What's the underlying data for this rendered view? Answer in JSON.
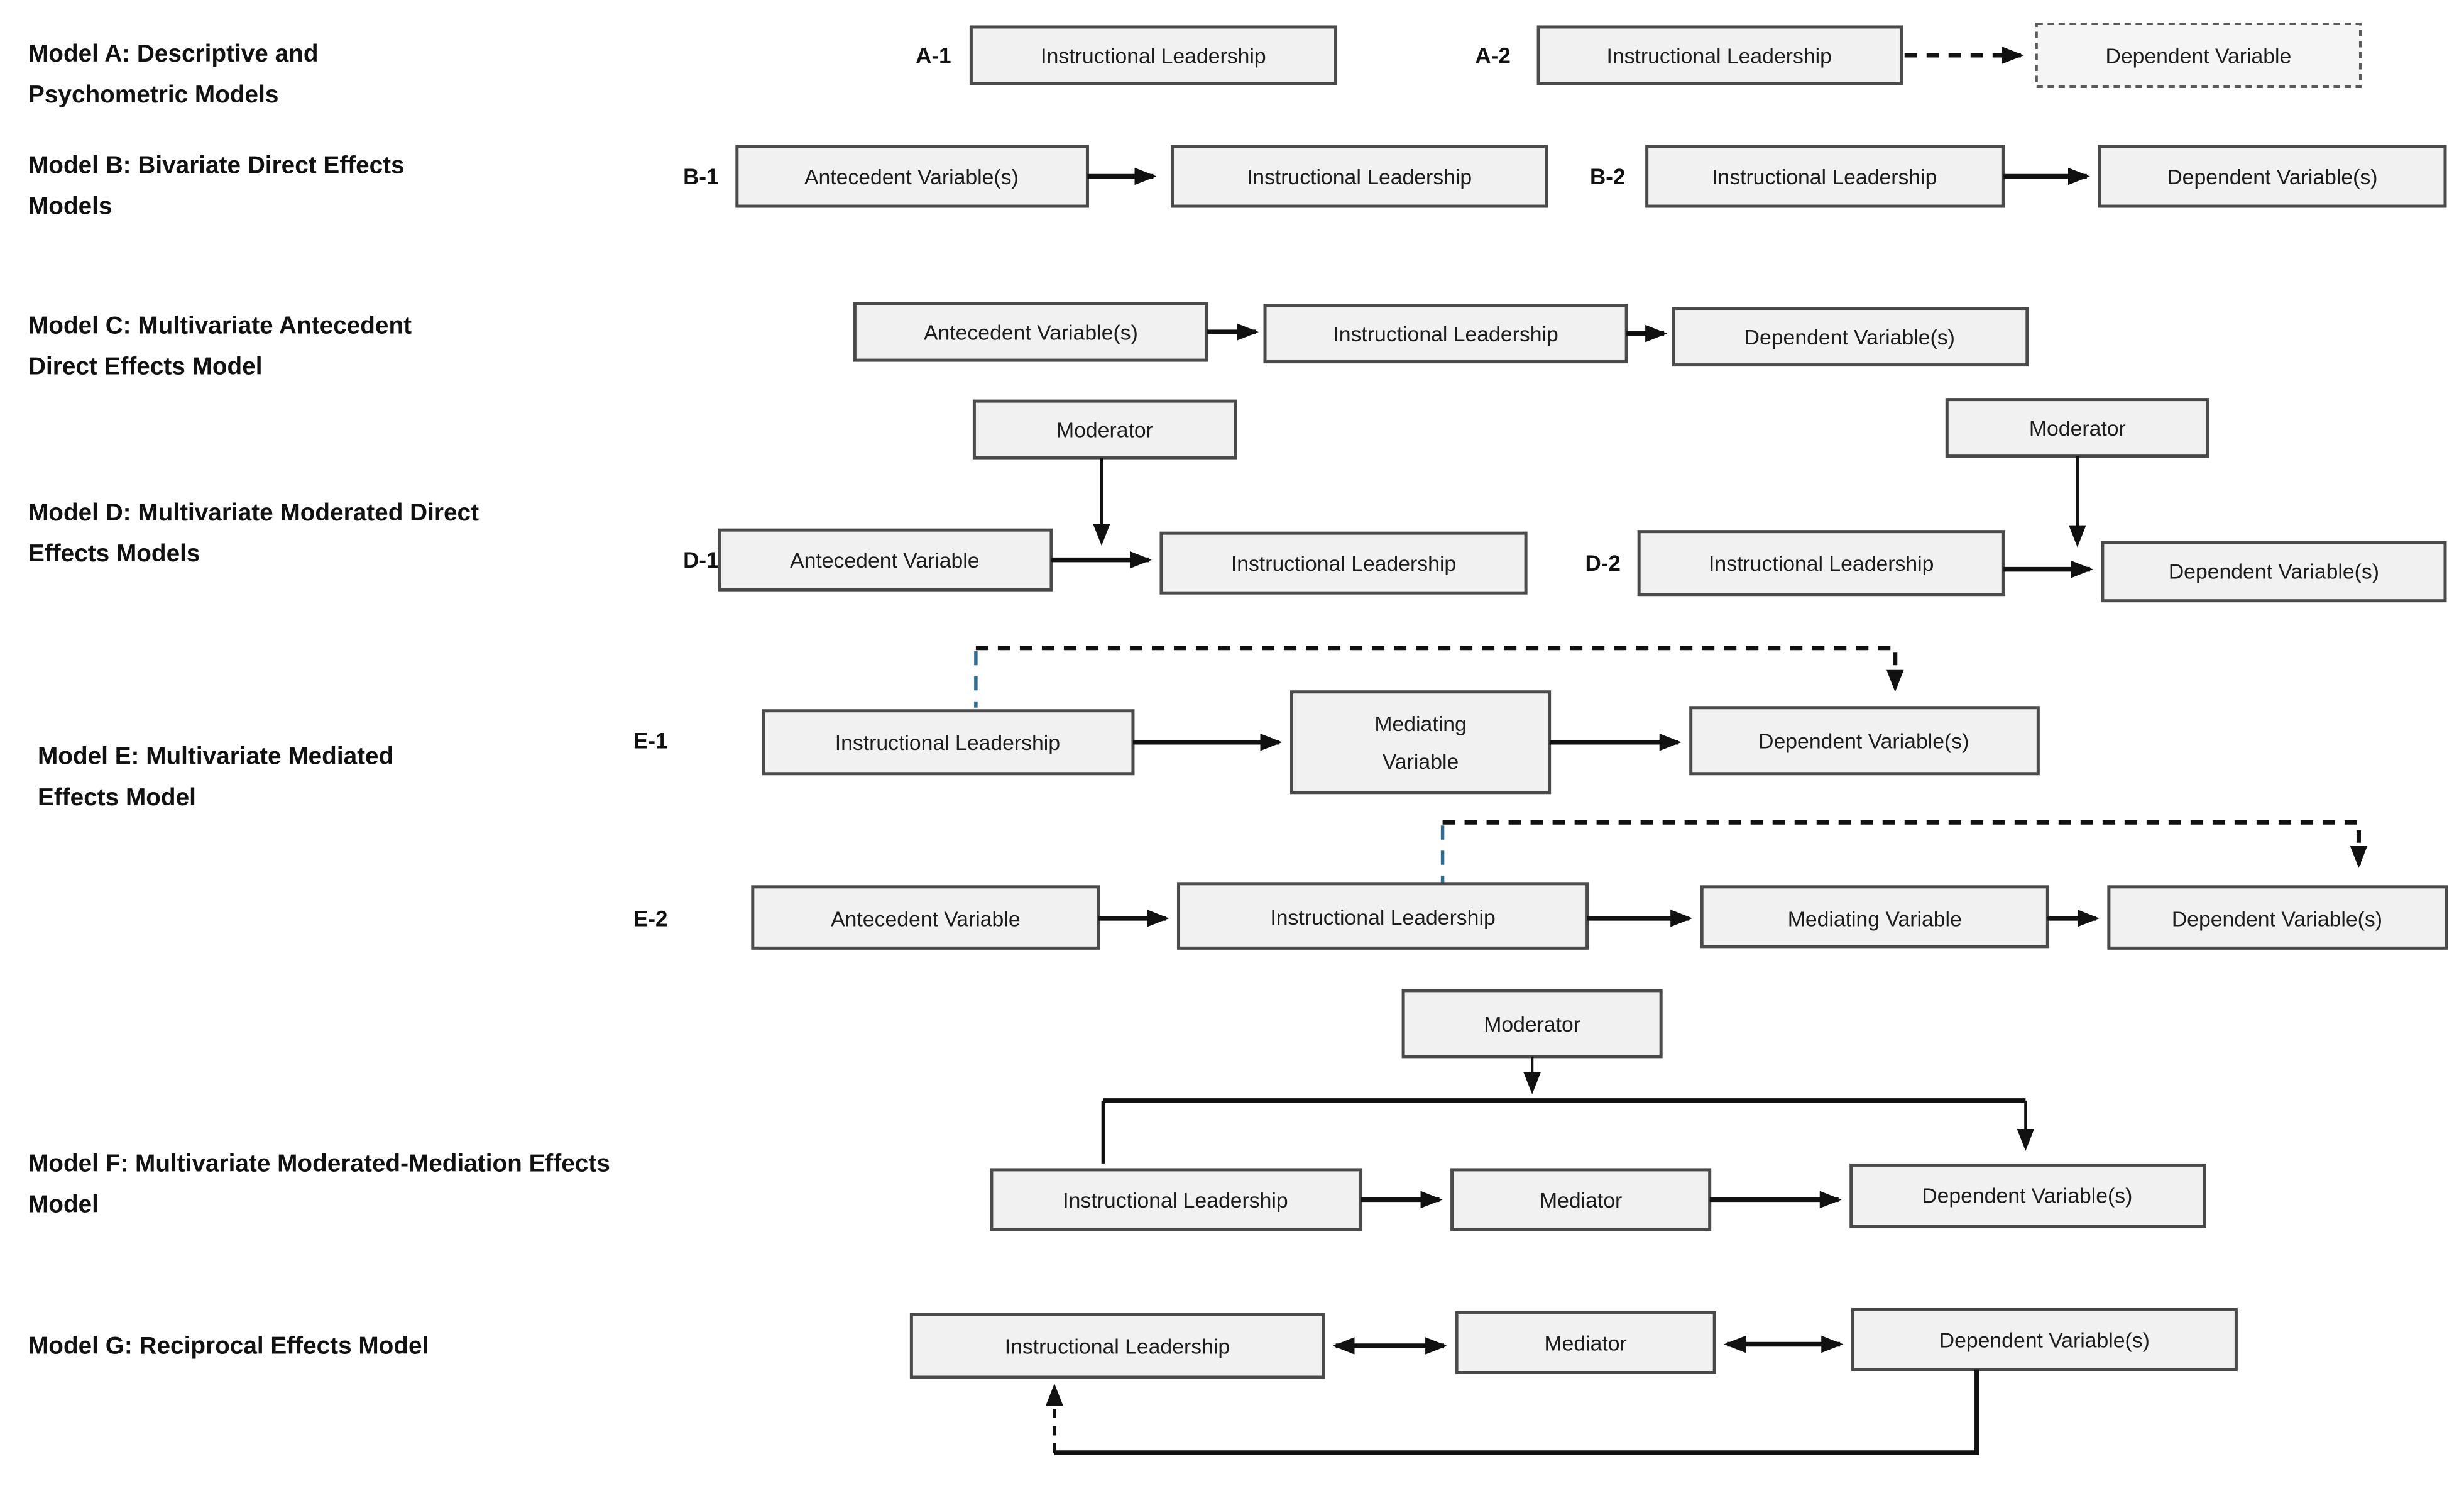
{
  "colors": {
    "background": "#ffffff",
    "box_fill": "#f1f1f1",
    "box_border": "#4a4a4a",
    "arrow": "#111111",
    "dashed_blue": "#2e6e96",
    "text": "#1c1c1c"
  },
  "rows": {
    "modelA": {
      "label": [
        "Model A: Descriptive and",
        "Psychometric Models"
      ],
      "a1": {
        "tag": "A-1",
        "il": "Instructional Leadership"
      },
      "a2": {
        "tag": "A-2",
        "il": "Instructional Leadership",
        "dv": "Dependent Variable"
      }
    },
    "modelB": {
      "label": [
        "Model B: Bivariate Direct Effects",
        "Models"
      ],
      "b1": {
        "tag": "B-1",
        "antecedent": "Antecedent Variable(s)",
        "il": "Instructional Leadership"
      },
      "b2": {
        "tag": "B-2",
        "il": "Instructional Leadership",
        "dv": "Dependent Variable(s)"
      }
    },
    "modelC": {
      "label": [
        "Model C: Multivariate Antecedent",
        "Direct Effects Model"
      ],
      "antecedent": "Antecedent Variable(s)",
      "il": "Instructional Leadership",
      "dv": "Dependent Variable(s)"
    },
    "modelD": {
      "label": [
        "Model D: Multivariate Moderated Direct",
        "Effects Models"
      ],
      "d1": {
        "tag": "D-1",
        "moderator": "Moderator",
        "antecedent": "Antecedent Variable",
        "il": "Instructional Leadership"
      },
      "d2": {
        "tag": "D-2",
        "moderator": "Moderator",
        "il": "Instructional Leadership",
        "dv": "Dependent Variable(s)"
      }
    },
    "modelE": {
      "label": [
        "Model E: Multivariate Mediated",
        "Effects Model"
      ],
      "e1": {
        "tag": "E-1",
        "il": "Instructional Leadership",
        "mediating": [
          "Mediating",
          "Variable"
        ],
        "dv": "Dependent Variable(s)"
      },
      "e2": {
        "tag": "E-2",
        "antecedent": "Antecedent Variable",
        "il": "Instructional Leadership",
        "mediating": "Mediating Variable",
        "dv": "Dependent Variable(s)"
      }
    },
    "modelF": {
      "label": [
        "Model F: Multivariate Moderated-Mediation Effects",
        "Model"
      ],
      "moderator": "Moderator",
      "il": "Instructional Leadership",
      "mediator": "Mediator",
      "dv": "Dependent Variable(s)"
    },
    "modelG": {
      "label": [
        "Model G: Reciprocal Effects Model"
      ],
      "il": "Instructional Leadership",
      "mediator": "Mediator",
      "dv": "Dependent Variable(s)"
    }
  }
}
